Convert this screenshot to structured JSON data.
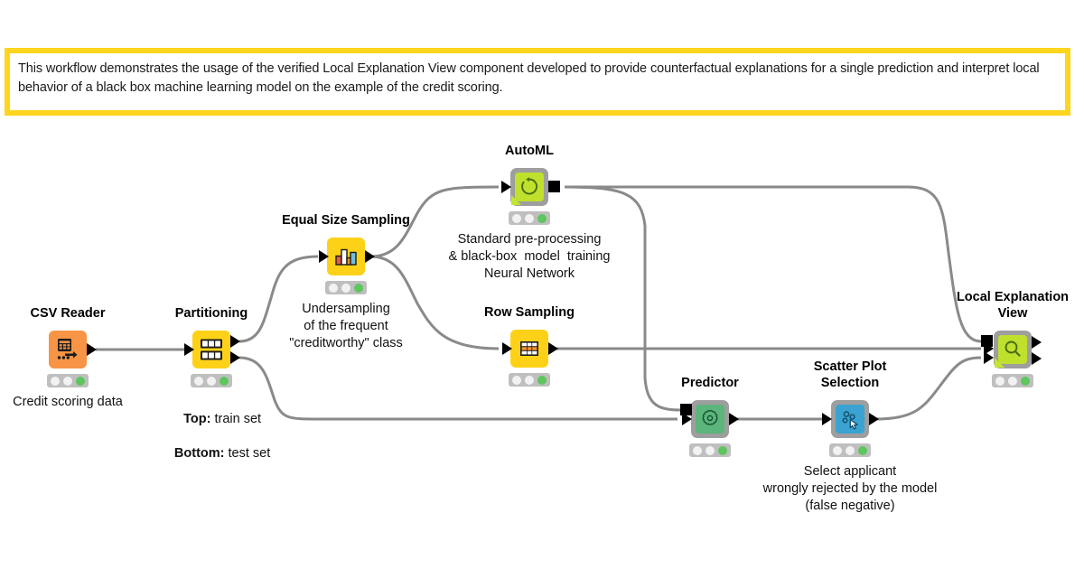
{
  "canvas": {
    "background": "#ffffff",
    "wire_color": "#8a8a8a"
  },
  "annotation": {
    "border_color": "#FFD51E",
    "text": "This workflow demonstrates the usage of the verified Local Explanation View component developed to provide counterfactual explanations for a single prediction and interpret local behavior of a black box machine learning model on the example of the credit scoring."
  },
  "workflow": {
    "nodes": [
      {
        "id": "csv-reader",
        "title": "CSV Reader",
        "description": "Credit scoring data",
        "kind": "native",
        "color": "#F79445",
        "icon": "csv-reader-icon",
        "status": [
          "off",
          "off",
          "on"
        ]
      },
      {
        "id": "partitioning",
        "title": "Partitioning",
        "description_html": "<b>Top:</b> train set\n<b>Bottom:</b> test set",
        "description": "Top: train set\nBottom: test set",
        "kind": "native",
        "color": "#FDD117",
        "icon": "partitioning-icon",
        "status": [
          "off",
          "off",
          "on"
        ]
      },
      {
        "id": "equal-size-sampling",
        "title": "Equal Size Sampling",
        "description": "Undersampling\nof the frequent\n\"creditworthy\" class",
        "kind": "native",
        "color": "#FDD117",
        "icon": "bar-chart-icon",
        "status": [
          "off",
          "off",
          "on"
        ]
      },
      {
        "id": "automl",
        "title": "AutoML",
        "description": "Standard pre-processing\n& black-box  model  training\nNeural Network",
        "kind": "component",
        "color": "#BFE02D",
        "icon": "refresh-loop-icon",
        "status": [
          "off",
          "off",
          "on"
        ]
      },
      {
        "id": "row-sampling",
        "title": "Row Sampling",
        "description": "",
        "kind": "native",
        "color": "#FDD117",
        "icon": "row-sampling-icon",
        "status": [
          "off",
          "off",
          "on"
        ]
      },
      {
        "id": "predictor",
        "title": "Predictor",
        "description": "",
        "kind": "component",
        "color": "#5CB57B",
        "icon": "gear-icon",
        "status": [
          "off",
          "off",
          "on"
        ]
      },
      {
        "id": "scatter-plot-selection",
        "title": "Scatter Plot\nSelection",
        "description": "Select applicant\nwrongly rejected by the model\n(false negative)",
        "kind": "component",
        "color": "#3AA3D2",
        "icon": "scatter-select-icon",
        "status": [
          "off",
          "off",
          "on"
        ]
      },
      {
        "id": "local-explanation-view",
        "title": "Local Explanation\nView",
        "description": "",
        "kind": "component",
        "color": "#BFE02D",
        "icon": "magnifier-icon",
        "status": [
          "off",
          "off",
          "on"
        ]
      }
    ]
  }
}
